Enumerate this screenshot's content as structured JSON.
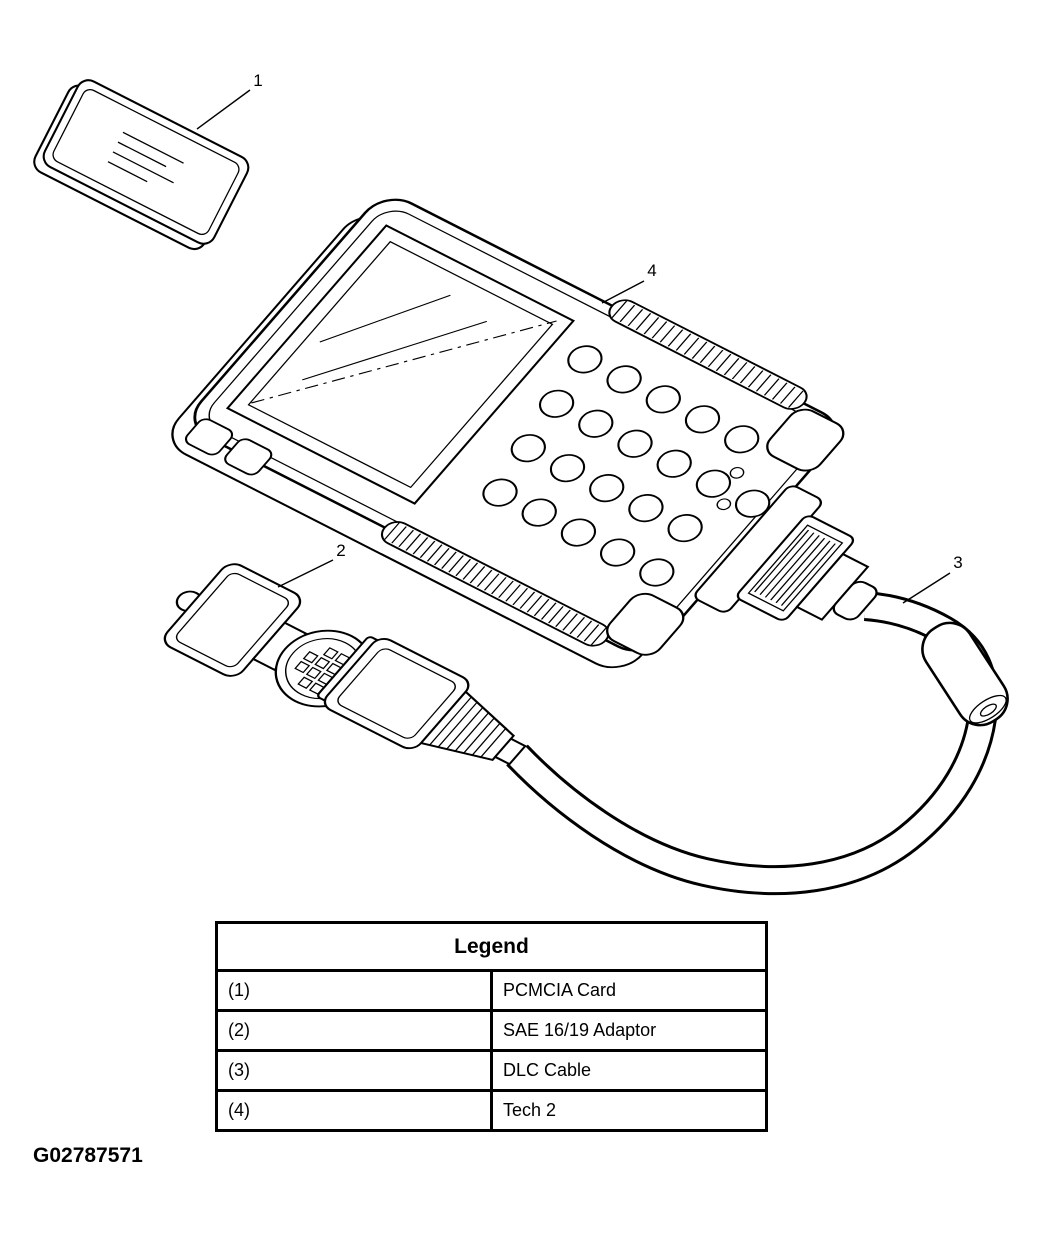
{
  "figure": {
    "code": "G02787571",
    "callouts": [
      "1",
      "2",
      "3",
      "4"
    ]
  },
  "legend": {
    "title": "Legend",
    "rows": [
      {
        "ref": "(1)",
        "label": "PCMCIA Card"
      },
      {
        "ref": "(2)",
        "label": "SAE 16/19 Adaptor"
      },
      {
        "ref": "(3)",
        "label": "DLC Cable"
      },
      {
        "ref": "(4)",
        "label": "Tech 2"
      }
    ]
  },
  "colors": {
    "line": "#000000",
    "background": "#ffffff"
  }
}
